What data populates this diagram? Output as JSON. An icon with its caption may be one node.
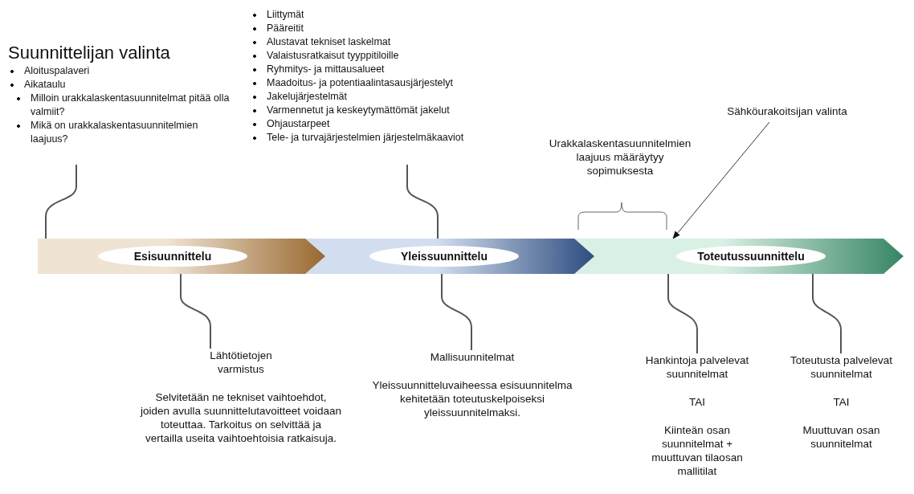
{
  "diagram": {
    "nodes": [
      {
        "text": [
          "Esisuunnittelu"
        ]
      },
      {
        "text": [
          "Yleissuunnittelu"
        ]
      },
      {
        "text": [
          "Toteutussuunnittelu"
        ]
      },
      {
        "text": [
          "Suunnittelijan valinta",
          "Aloituspalaveri",
          "Aikataulu",
          "Milloin urakkalaskentasuunnitelmat pitää olla valmiit?",
          "Mikä on urakkalaskentasuunnitelmien laajuus?"
        ]
      },
      {
        "text": [
          "Liittymät",
          "Pääreitit",
          "Alustavat tekniset laskelmat",
          "Valaistusratkaisut tyyppitiloille",
          "Ryhmitys- ja mittausalueet",
          "Maadoitus- ja potentiaalintasausjärjestelyt",
          "Jakelujärjestelmät",
          "Varmennetut ja keskeytymättömät jakelut",
          "Ohjaustarpeet",
          "Tele- ja turvajärjestelmien järjestelmäkaaviot"
        ]
      },
      {
        "text": [
          "Sähköurakoitsijan valinta"
        ]
      },
      {
        "text": [
          "Lähtötietojen varmistus",
          "Selvitetään ne tekniset vaihtoehdot, joiden avulla suunnittelutavoitteet voidaan toteuttaa. Tarkoitus on selvittää ja vertailla useita vaihtoehtoisia ratkaisuja."
        ]
      },
      {
        "text": [
          "Mallisuunnitelmat",
          "Yleissuunnitteluvaiheessa esisuunnitelma kehitetään toteutuskelpoiseksi yleissuunnitelmaksi."
        ]
      },
      {
        "text": [
          "Hankintoja palvelevat suunnitelmat",
          "TAI",
          "Kiinteän osan suunnitelmat + muuttuvan tilaosan mallitilat"
        ]
      },
      {
        "text": [
          "Toteutusta palvelevat suunnitelmat",
          "TAI",
          "Muuttuvan osan suunnitelmat"
        ]
      }
    ],
    "edges": [
      {
        "from": 3,
        "to": 0,
        "arrow": "none"
      },
      {
        "from": 4,
        "to": 1,
        "arrow": "none"
      },
      {
        "from": 5,
        "to": 2,
        "arrow": "to"
      },
      {
        "from": 0,
        "to": 6,
        "arrow": "none"
      },
      {
        "from": 1,
        "to": 7,
        "arrow": "none"
      },
      {
        "from": 2,
        "to": 8,
        "arrow": "none"
      },
      {
        "from": 2,
        "to": 9,
        "arrow": "none"
      }
    ],
    "labels": [
      "Urakkalaskentasuunnitelmien laajuus määräytyy sopimuksesta"
    ]
  }
}
